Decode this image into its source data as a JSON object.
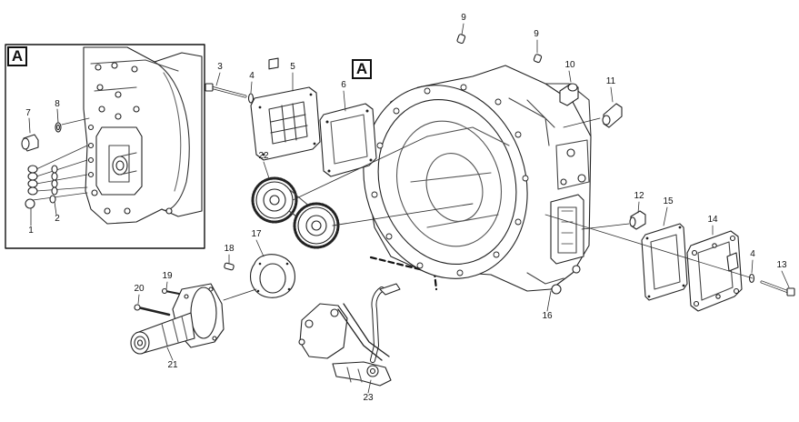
{
  "detail_tag": "A",
  "main_tag": "A",
  "callouts": {
    "p1": "1",
    "p2": "2",
    "p3": "3",
    "p4a": "4",
    "p4b": "4",
    "p5": "5",
    "p6": "6",
    "p7": "7",
    "p8": "8",
    "p9a": "9",
    "p9b": "9",
    "p10": "10",
    "p11": "11",
    "p12": "12",
    "p13": "13",
    "p14": "14",
    "p15": "15",
    "p16": "16",
    "p17": "17",
    "p18": "18",
    "p19": "19",
    "p20": "20",
    "p21": "21",
    "p22": "22",
    "p23": "23"
  }
}
